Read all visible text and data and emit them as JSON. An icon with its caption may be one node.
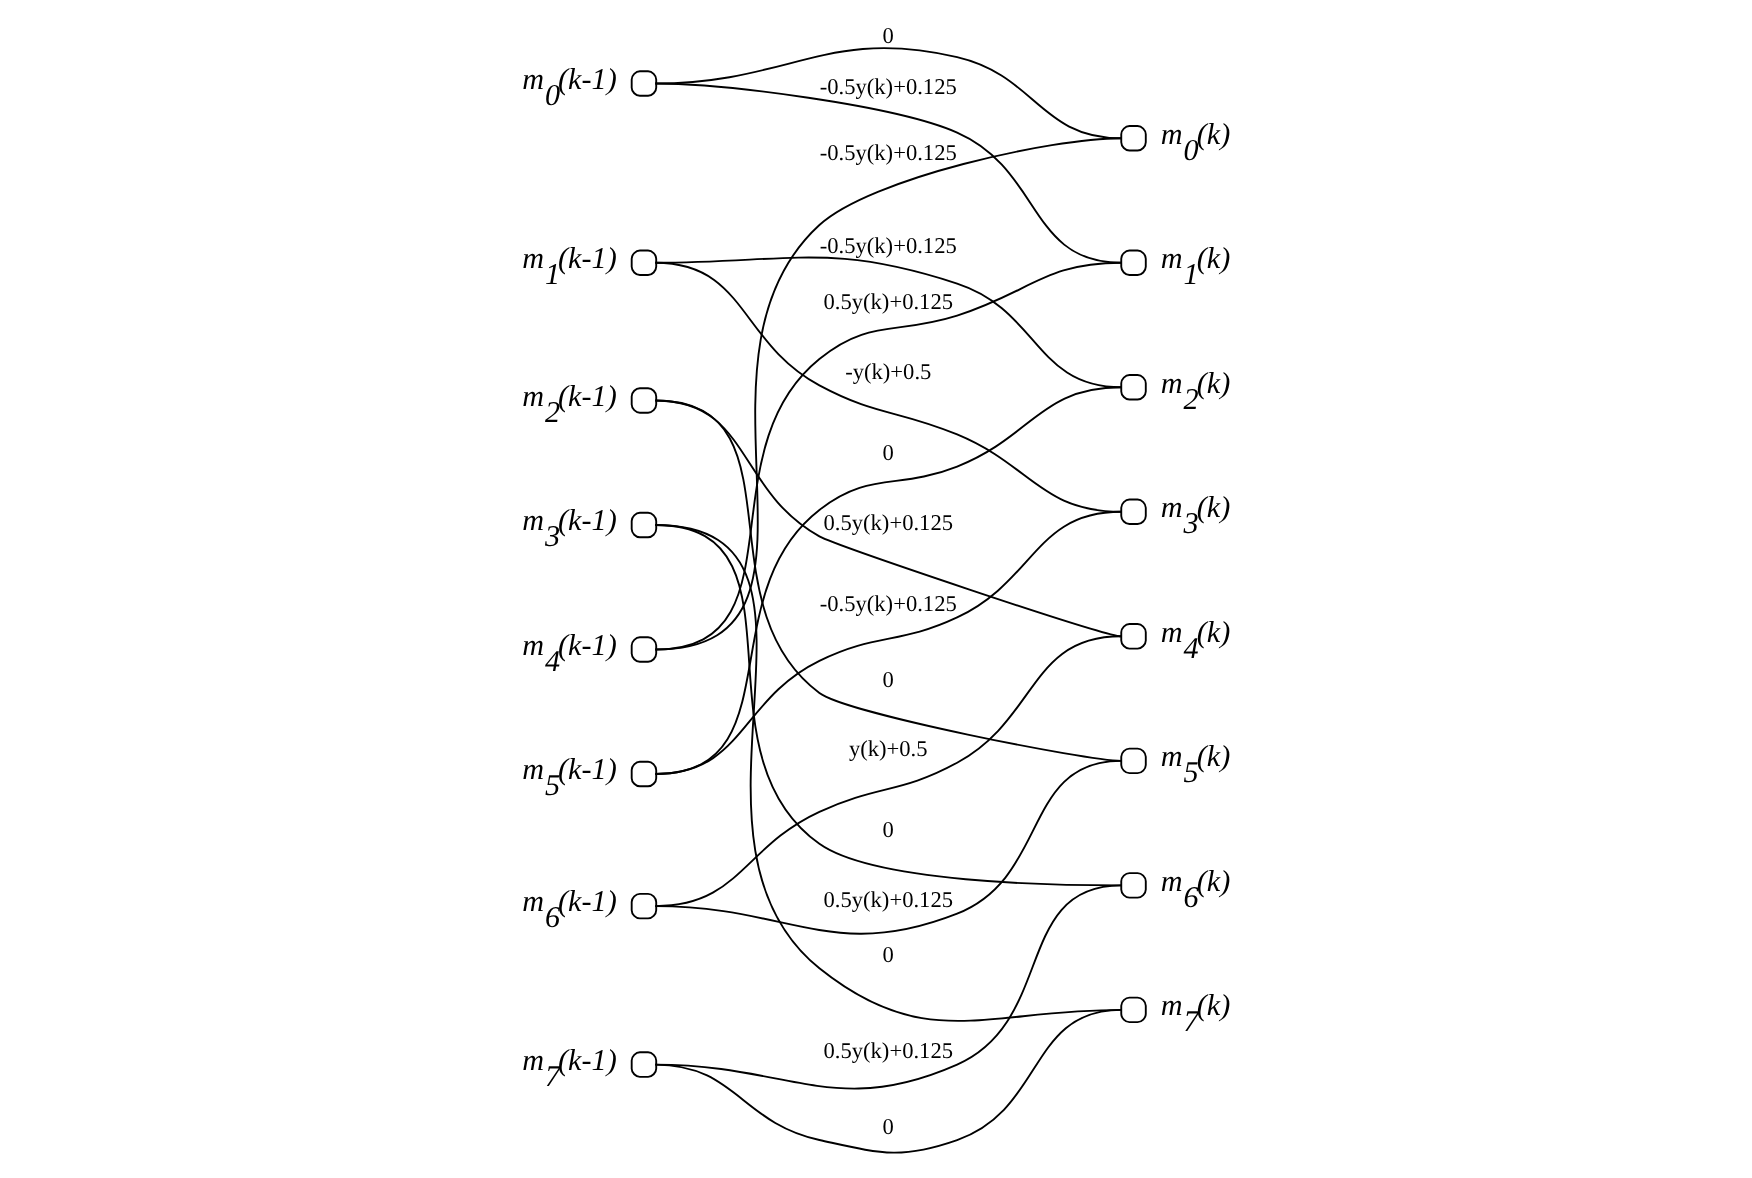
{
  "diagram": {
    "nodes": [
      {
        "text": [],
        "shape": "circle",
        "beside": [
          "m$_{0}$(k-1)"
        ]
      },
      {
        "text": [],
        "shape": "circle",
        "beside": [
          "m$_{1}$(k-1)"
        ]
      },
      {
        "text": [],
        "shape": "circle",
        "beside": [
          "m$_{2}$(k-1)"
        ]
      },
      {
        "text": [],
        "shape": "circle",
        "beside": [
          "m$_{3}$(k-1)"
        ]
      },
      {
        "text": [],
        "shape": "circle",
        "beside": [
          "m$_{4}$(k-1)"
        ]
      },
      {
        "text": [],
        "shape": "circle",
        "beside": [
          "m$_{5}$(k-1)"
        ]
      },
      {
        "text": [],
        "shape": "circle",
        "beside": [
          "m$_{6}$(k-1)"
        ]
      },
      {
        "text": [],
        "shape": "circle",
        "beside": [
          "m$_{7}$(k-1)"
        ]
      },
      {
        "text": [],
        "shape": "circle",
        "beside": [
          "m$_{0}$(k)"
        ]
      },
      {
        "text": [],
        "shape": "circle",
        "beside": [
          "m$_{1}$(k)"
        ]
      },
      {
        "text": [],
        "shape": "circle",
        "beside": [
          "m$_{2}$(k)"
        ]
      },
      {
        "text": [],
        "shape": "circle",
        "beside": [
          "m$_{3}$(k)"
        ]
      },
      {
        "text": [],
        "shape": "circle",
        "beside": [
          "m$_{4}$(k)"
        ]
      },
      {
        "text": [],
        "shape": "circle",
        "beside": [
          "m$_{5}$(k)"
        ]
      },
      {
        "text": [],
        "shape": "circle",
        "beside": [
          "m$_{6}$(k)"
        ]
      },
      {
        "text": [],
        "shape": "circle",
        "beside": [
          "m$_{7}$(k)"
        ]
      }
    ],
    "edges": [
      {
        "from": 0,
        "to": 8,
        "arrow": "none",
        "label": "0"
      },
      {
        "from": 0,
        "to": 9,
        "arrow": "none",
        "label": "-0.5y(k)+0.125"
      },
      {
        "from": 1,
        "to": 10,
        "arrow": "none",
        "label": "-0.5y(k)+0.125"
      },
      {
        "from": 1,
        "to": 11,
        "arrow": "none",
        "label": "-y(k)+0.5"
      },
      {
        "from": 2,
        "to": 12,
        "arrow": "none",
        "label": "0.5y(k)+0.125"
      },
      {
        "from": 2,
        "to": 13,
        "arrow": "none",
        "label": "0"
      },
      {
        "from": 3,
        "to": 14,
        "arrow": "none",
        "label": "0"
      },
      {
        "from": 3,
        "to": 15,
        "arrow": "none",
        "label": "0"
      },
      {
        "from": 4,
        "to": 8,
        "arrow": "none",
        "label": "-0.5y(k)+0.125"
      },
      {
        "from": 4,
        "to": 9,
        "arrow": "none",
        "label": "0.5y(k)+0.125"
      },
      {
        "from": 5,
        "to": 10,
        "arrow": "none",
        "label": "0"
      },
      {
        "from": 5,
        "to": 11,
        "arrow": "none",
        "label": "-0.5y(k)+0.125"
      },
      {
        "from": 6,
        "to": 12,
        "arrow": "none",
        "label": "y(k)+0.5"
      },
      {
        "from": 6,
        "to": 13,
        "arrow": "none",
        "label": "0.5y(k)+0.125"
      },
      {
        "from": 7,
        "to": 14,
        "arrow": "none",
        "label": "0.5y(k)+0.125"
      },
      {
        "from": 7,
        "to": 15,
        "arrow": "none",
        "label": "0"
      }
    ]
  }
}
